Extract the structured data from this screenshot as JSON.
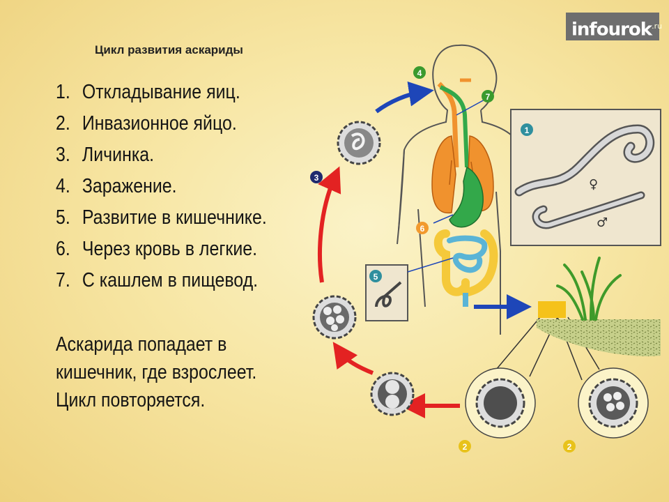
{
  "title": "Цикл развития аскариды",
  "logo": {
    "text": "infourok",
    "suffix": ".ru"
  },
  "steps": [
    {
      "num": "1.",
      "text": "Откладывание яиц."
    },
    {
      "num": "2.",
      "text": "Инвазионное яйцо."
    },
    {
      "num": "3.",
      "text": "Личинка."
    },
    {
      "num": "4.",
      "text": "Заражение."
    },
    {
      "num": "5.",
      "text": "Развитие в кишечнике."
    },
    {
      "num": "6.",
      "text": "Через кровь в легкие."
    },
    {
      "num": "7.",
      "text": "С кашлем в пищевод."
    }
  ],
  "summary": [
    "Аскарида попадает в",
    "кишечник, где взрослеет.",
    "Цикл повторяется."
  ],
  "diagram": {
    "markers": [
      {
        "label": "1",
        "color": "#2f8f9e"
      },
      {
        "label": "2",
        "color": "#e8c21a"
      },
      {
        "label": "2",
        "color": "#e8c21a"
      },
      {
        "label": "3",
        "color": "#1f2a6e"
      },
      {
        "label": "4",
        "color": "#3a9a2e"
      },
      {
        "label": "5",
        "color": "#2f8f9e"
      },
      {
        "label": "6",
        "color": "#f29a2e"
      },
      {
        "label": "7",
        "color": "#3a9a2e"
      }
    ],
    "sex_symbols": {
      "female": "♀",
      "male": "♂"
    },
    "colors": {
      "red_arrow": "#e32222",
      "blue_arrow": "#1e46b8",
      "lungs": "#f0922e",
      "gut_green": "#33a84a",
      "intestine_yellow": "#f5c93a",
      "intestine_blue": "#5ab4d6"
    }
  }
}
